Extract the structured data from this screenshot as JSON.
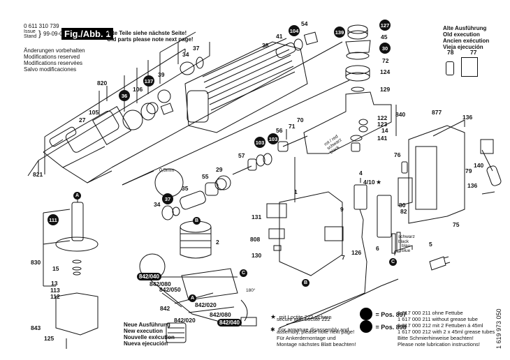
{
  "header": {
    "part_number": "0 611 310 739",
    "issue_label": "Issue",
    "stand_label": "Stand",
    "issue_date": "99-09-02",
    "figure_label": "Fig./Abb. 1",
    "old_parts_de": "Alte Teile siehe nächste Seite!",
    "old_parts_en": "Old parts please note next page!",
    "modifications": [
      "Änderungen vorbehalten",
      "Modifications reserved",
      "Modifications reservées",
      "Salvo modificaciones"
    ]
  },
  "old_execution": {
    "lines": [
      "Alte Ausführung",
      "Old execution",
      "Ancien exécution",
      "Vieja ejecución"
    ],
    "parts": [
      "78",
      "77"
    ]
  },
  "new_execution": {
    "lines": [
      "Neue Ausführung",
      "New execution",
      "Nouvelle exécution",
      "Nueva ejecución"
    ]
  },
  "part_labels": {
    "p820": "820",
    "p821": "821",
    "p27": "27",
    "p105": "105",
    "p36": "36",
    "p106": "106",
    "p137": "137",
    "p39": "39",
    "p34a": "34",
    "p37a": "37",
    "p38": "38",
    "p41": "41",
    "p104": "104",
    "p54": "54",
    "p139": "139",
    "p127": "127",
    "p45": "45",
    "p30": "30",
    "p72": "72",
    "p124": "124",
    "p129": "129",
    "p840": "840",
    "p122": "122",
    "p123": "123",
    "p14": "14",
    "p141": "141",
    "p70": "70",
    "p71": "71",
    "p56": "56",
    "p103a": "103",
    "p103b": "103",
    "p57": "57",
    "p29": "29",
    "p55": "55",
    "p35": "35",
    "p34b": "34",
    "p37b": "37",
    "p05mm": "0,5mm",
    "pA1": "A",
    "p111": "111",
    "p830": "830",
    "p15": "15",
    "p13": "13",
    "p113": "113",
    "p112": "112",
    "p843": "843",
    "p125": "125",
    "pB1": "B",
    "p2": "2",
    "p842_040a": "842/040",
    "p842_080a": "842/080",
    "p842_050": "842/050",
    "pA2": "A",
    "p842": "842",
    "p842_020a": "842/020",
    "p842_020b": "842/020",
    "p842_080b": "842/080",
    "p842_040b": "842/040",
    "pC1": "C",
    "p180": "180°",
    "p1": "1",
    "p131": "131",
    "p808": "808",
    "p130": "130",
    "p9": "9",
    "p7": "7",
    "p126": "126",
    "pB2": "B",
    "p4": "4",
    "p4_10": "4/10",
    "p6": "6",
    "p80": "80",
    "p82": "82",
    "p76": "76",
    "p877": "877",
    "p136a": "136",
    "p136b": "136",
    "p79": "79",
    "p140": "140",
    "p75": "75",
    "p5": "5",
    "pC2": "C"
  },
  "wire_labels": {
    "rot_red": "rot / red",
    "schwarz_black_a": "schwarz",
    "black_a": "black",
    "schwarz_b": "schwarz",
    "black_b": "black",
    "blau": "blau",
    "blue": "blue"
  },
  "notes": {
    "loctite_symbol": "★",
    "loctite_de": "mit Loctite 222 sichern",
    "loctite_en": "secure with Loctite 222",
    "armature_symbol": "✱",
    "armature_en_1": "For armature disassembly and",
    "armature_en_2": "assembly, please note next page!",
    "armature_de_1": "Für Ankerdemontage und",
    "armature_de_2": "Montage nächstes Blatt beachten!"
  },
  "grease": {
    "pos897_label": "= Pos. 897",
    "pos897_de": "1 617 000 211 ohne Fettube",
    "pos897_en": "1 617 000 211 without grease tube",
    "pos898_label": "= Pos. 898",
    "pos898_de": "1 617 000 212 mit 2 Fettuben á 45ml",
    "pos898_en": "1 617 000 212 with 2 x 45ml grease tubes",
    "lub_de": "Bitte Schmierhinweise beachten!",
    "lub_en": "Please note lubrication instructions!"
  },
  "drawing_number": "1 619 973 050"
}
